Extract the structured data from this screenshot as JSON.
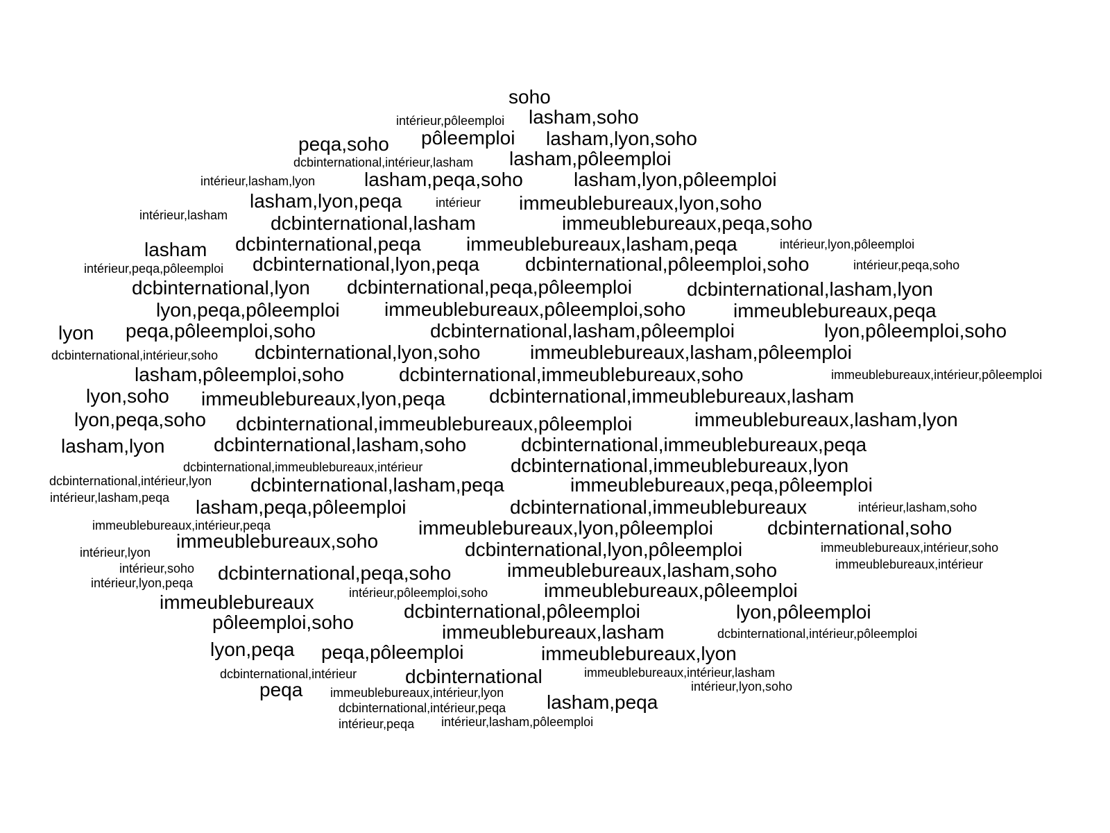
{
  "words": [
    {
      "text": "soho",
      "size": 2
    },
    {
      "text": "intérieur,pôleemploi",
      "size": 1
    },
    {
      "text": "lasham,soho",
      "size": 2
    },
    {
      "text": "peqa,soho",
      "size": 2
    },
    {
      "text": "pôleemploi",
      "size": 2
    },
    {
      "text": "lasham,lyon,soho",
      "size": 2
    },
    {
      "text": "dcbinternational,intérieur,lasham",
      "size": 1
    },
    {
      "text": "lasham,pôleemploi",
      "size": 2
    },
    {
      "text": "intérieur,lasham,lyon",
      "size": 1
    },
    {
      "text": "lasham,peqa,soho",
      "size": 2
    },
    {
      "text": "lasham,lyon,pôleemploi",
      "size": 2
    },
    {
      "text": "lasham,lyon,peqa",
      "size": 2
    },
    {
      "text": "intérieur",
      "size": 1
    },
    {
      "text": "immeublebureaux,lyon,soho",
      "size": 2
    },
    {
      "text": "intérieur,lasham",
      "size": 1
    },
    {
      "text": "dcbinternational,lasham",
      "size": 2
    },
    {
      "text": "immeublebureaux,peqa,soho",
      "size": 2
    },
    {
      "text": "lasham",
      "size": 2
    },
    {
      "text": "dcbinternational,peqa",
      "size": 2
    },
    {
      "text": "immeublebureaux,lasham,peqa",
      "size": 2
    },
    {
      "text": "intérieur,lyon,pôleemploi",
      "size": 1
    },
    {
      "text": "intérieur,peqa,pôleemploi",
      "size": 1
    },
    {
      "text": "dcbinternational,lyon,peqa",
      "size": 2
    },
    {
      "text": "dcbinternational,pôleemploi,soho",
      "size": 2
    },
    {
      "text": "intérieur,peqa,soho",
      "size": 1
    },
    {
      "text": "dcbinternational,lyon",
      "size": 2
    },
    {
      "text": "dcbinternational,peqa,pôleemploi",
      "size": 2
    },
    {
      "text": "dcbinternational,lasham,lyon",
      "size": 2
    },
    {
      "text": "lyon,peqa,pôleemploi",
      "size": 2
    },
    {
      "text": "immeublebureaux,pôleemploi,soho",
      "size": 2
    },
    {
      "text": "immeublebureaux,peqa",
      "size": 2
    },
    {
      "text": "lyon",
      "size": 2
    },
    {
      "text": "peqa,pôleemploi,soho",
      "size": 2
    },
    {
      "text": "dcbinternational,lasham,pôleemploi",
      "size": 2
    },
    {
      "text": "lyon,pôleemploi,soho",
      "size": 2
    },
    {
      "text": "dcbinternational,intérieur,soho",
      "size": 1
    },
    {
      "text": "dcbinternational,lyon,soho",
      "size": 2
    },
    {
      "text": "immeublebureaux,lasham,pôleemploi",
      "size": 2
    },
    {
      "text": "lasham,pôleemploi,soho",
      "size": 2
    },
    {
      "text": "dcbinternational,immeublebureaux,soho",
      "size": 2
    },
    {
      "text": "immeublebureaux,intérieur,pôleemploi",
      "size": 1
    },
    {
      "text": "lyon,soho",
      "size": 2
    },
    {
      "text": "immeublebureaux,lyon,peqa",
      "size": 2
    },
    {
      "text": "dcbinternational,immeublebureaux,lasham",
      "size": 2
    },
    {
      "text": "lyon,peqa,soho",
      "size": 2
    },
    {
      "text": "dcbinternational,immeublebureaux,pôleemploi",
      "size": 2
    },
    {
      "text": "immeublebureaux,lasham,lyon",
      "size": 2
    },
    {
      "text": "lasham,lyon",
      "size": 2
    },
    {
      "text": "dcbinternational,lasham,soho",
      "size": 2
    },
    {
      "text": "dcbinternational,immeublebureaux,peqa",
      "size": 2
    },
    {
      "text": "dcbinternational,immeublebureaux,intérieur",
      "size": 1
    },
    {
      "text": "dcbinternational,immeublebureaux,lyon",
      "size": 2
    },
    {
      "text": "dcbinternational,intérieur,lyon",
      "size": 1
    },
    {
      "text": "dcbinternational,lasham,peqa",
      "size": 2
    },
    {
      "text": "immeublebureaux,peqa,pôleemploi",
      "size": 2
    },
    {
      "text": "intérieur,lasham,peqa",
      "size": 1
    },
    {
      "text": "lasham,peqa,pôleemploi",
      "size": 2
    },
    {
      "text": "dcbinternational,immeublebureaux",
      "size": 2
    },
    {
      "text": "intérieur,lasham,soho",
      "size": 1
    },
    {
      "text": "immeublebureaux,intérieur,peqa",
      "size": 1
    },
    {
      "text": "immeublebureaux,lyon,pôleemploi",
      "size": 2
    },
    {
      "text": "dcbinternational,soho",
      "size": 2
    },
    {
      "text": "immeublebureaux,soho",
      "size": 2
    },
    {
      "text": "intérieur,lyon",
      "size": 1
    },
    {
      "text": "dcbinternational,lyon,pôleemploi",
      "size": 2
    },
    {
      "text": "immeublebureaux,intérieur,soho",
      "size": 1
    },
    {
      "text": "intérieur,soho",
      "size": 1
    },
    {
      "text": "immeublebureaux,intérieur",
      "size": 1
    },
    {
      "text": "dcbinternational,peqa,soho",
      "size": 2
    },
    {
      "text": "immeublebureaux,lasham,soho",
      "size": 2
    },
    {
      "text": "intérieur,lyon,peqa",
      "size": 1
    },
    {
      "text": "intérieur,pôleemploi,soho",
      "size": 1
    },
    {
      "text": "immeublebureaux,pôleemploi",
      "size": 2
    },
    {
      "text": "immeublebureaux",
      "size": 2
    },
    {
      "text": "dcbinternational,pôleemploi",
      "size": 2
    },
    {
      "text": "lyon,pôleemploi",
      "size": 2
    },
    {
      "text": "pôleemploi,soho",
      "size": 2
    },
    {
      "text": "immeublebureaux,lasham",
      "size": 2
    },
    {
      "text": "dcbinternational,intérieur,pôleemploi",
      "size": 1
    },
    {
      "text": "lyon,peqa",
      "size": 2
    },
    {
      "text": "peqa,pôleemploi",
      "size": 2
    },
    {
      "text": "immeublebureaux,lyon",
      "size": 2
    },
    {
      "text": "dcbinternational,intérieur",
      "size": 1
    },
    {
      "text": "dcbinternational",
      "size": 2
    },
    {
      "text": "immeublebureaux,intérieur,lasham",
      "size": 1
    },
    {
      "text": "peqa",
      "size": 2
    },
    {
      "text": "intérieur,lyon,soho",
      "size": 1
    },
    {
      "text": "immeublebureaux,intérieur,lyon",
      "size": 1
    },
    {
      "text": "lasham,peqa",
      "size": 2
    },
    {
      "text": "dcbinternational,intérieur,peqa",
      "size": 1
    },
    {
      "text": "intérieur,peqa",
      "size": 1
    },
    {
      "text": "intérieur,lasham,pôleemploi",
      "size": 1
    }
  ]
}
